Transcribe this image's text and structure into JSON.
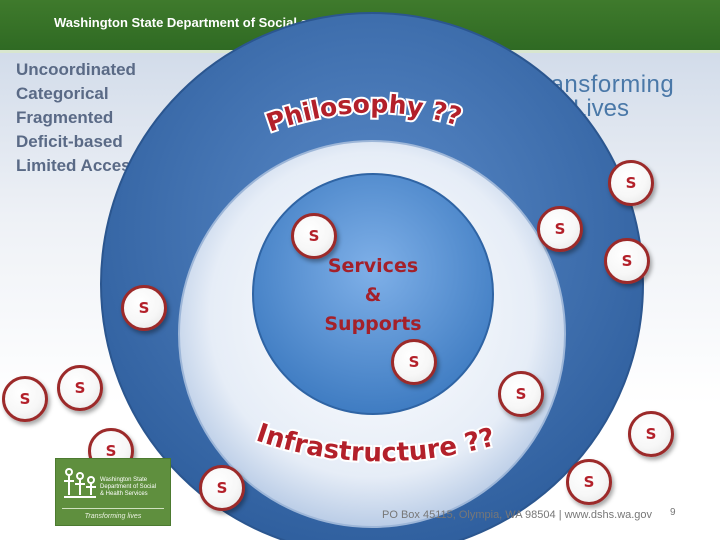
{
  "header": {
    "title": "Washington State Department of Social and Health Services"
  },
  "problems": [
    "Uncoordinated",
    "Categorical",
    "Fragmented",
    "Deficit-based",
    "Limited Access"
  ],
  "brand": {
    "line1": "Transforming",
    "line2": "Lives"
  },
  "diagram": {
    "outer_label": "Philosophy ??",
    "middle_label": "Infrastructure ??",
    "inner_label": [
      "Services",
      "&",
      "Supports"
    ]
  },
  "badge_letter": "S",
  "logo": {
    "agency_lines": [
      "Washington State",
      "Department of Social",
      "& Health Services"
    ],
    "tagline": "Transforming lives"
  },
  "footer": {
    "text": "PO Box 45115, Olympia, WA 98504  |  www.dshs.wa.gov",
    "page": "9"
  },
  "colors": {
    "header_green": "#2f6a23",
    "outer_blue": "#3e6fae",
    "badge_red": "#b3202a"
  }
}
